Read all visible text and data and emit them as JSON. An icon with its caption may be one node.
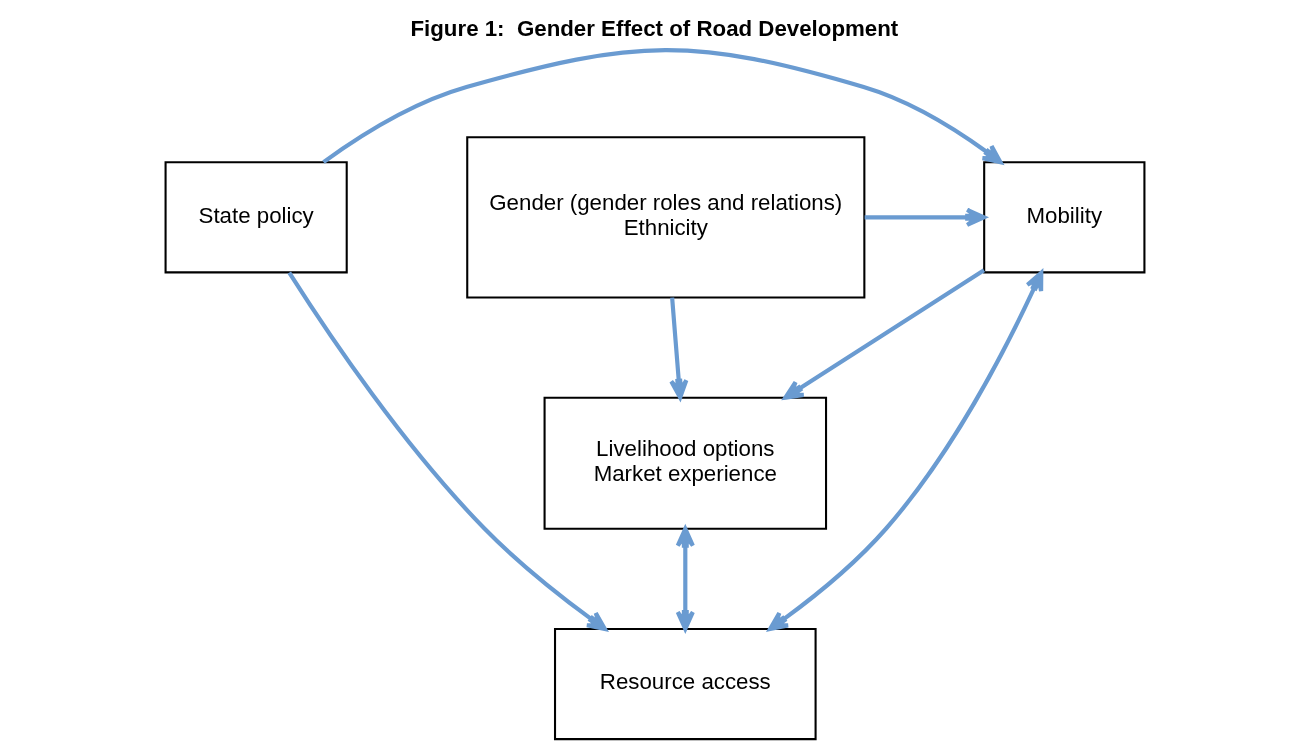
{
  "diagram": {
    "title": "Figure 1:  Gender Effect of Road Development",
    "nodes": [
      {
        "text": [
          "Gender (gender roles and relations)",
          "Ethnicity"
        ]
      },
      {
        "text": [
          "Mobility"
        ]
      },
      {
        "text": [
          "State policy"
        ]
      },
      {
        "text": [
          "Livelihood options",
          "Market experience"
        ]
      },
      {
        "text": [
          "Resource access"
        ]
      }
    ],
    "edges": [
      {
        "from": 0,
        "to": 1,
        "arrow": "to"
      },
      {
        "from": 2,
        "to": 1,
        "arrow": "to"
      },
      {
        "from": 0,
        "to": 3,
        "arrow": "to"
      },
      {
        "from": 1,
        "to": 3,
        "arrow": "to"
      },
      {
        "from": 1,
        "to": 4,
        "arrow": "both"
      },
      {
        "from": 3,
        "to": 4,
        "arrow": "both"
      },
      {
        "from": 2,
        "to": 4,
        "arrow": "to"
      }
    ]
  }
}
